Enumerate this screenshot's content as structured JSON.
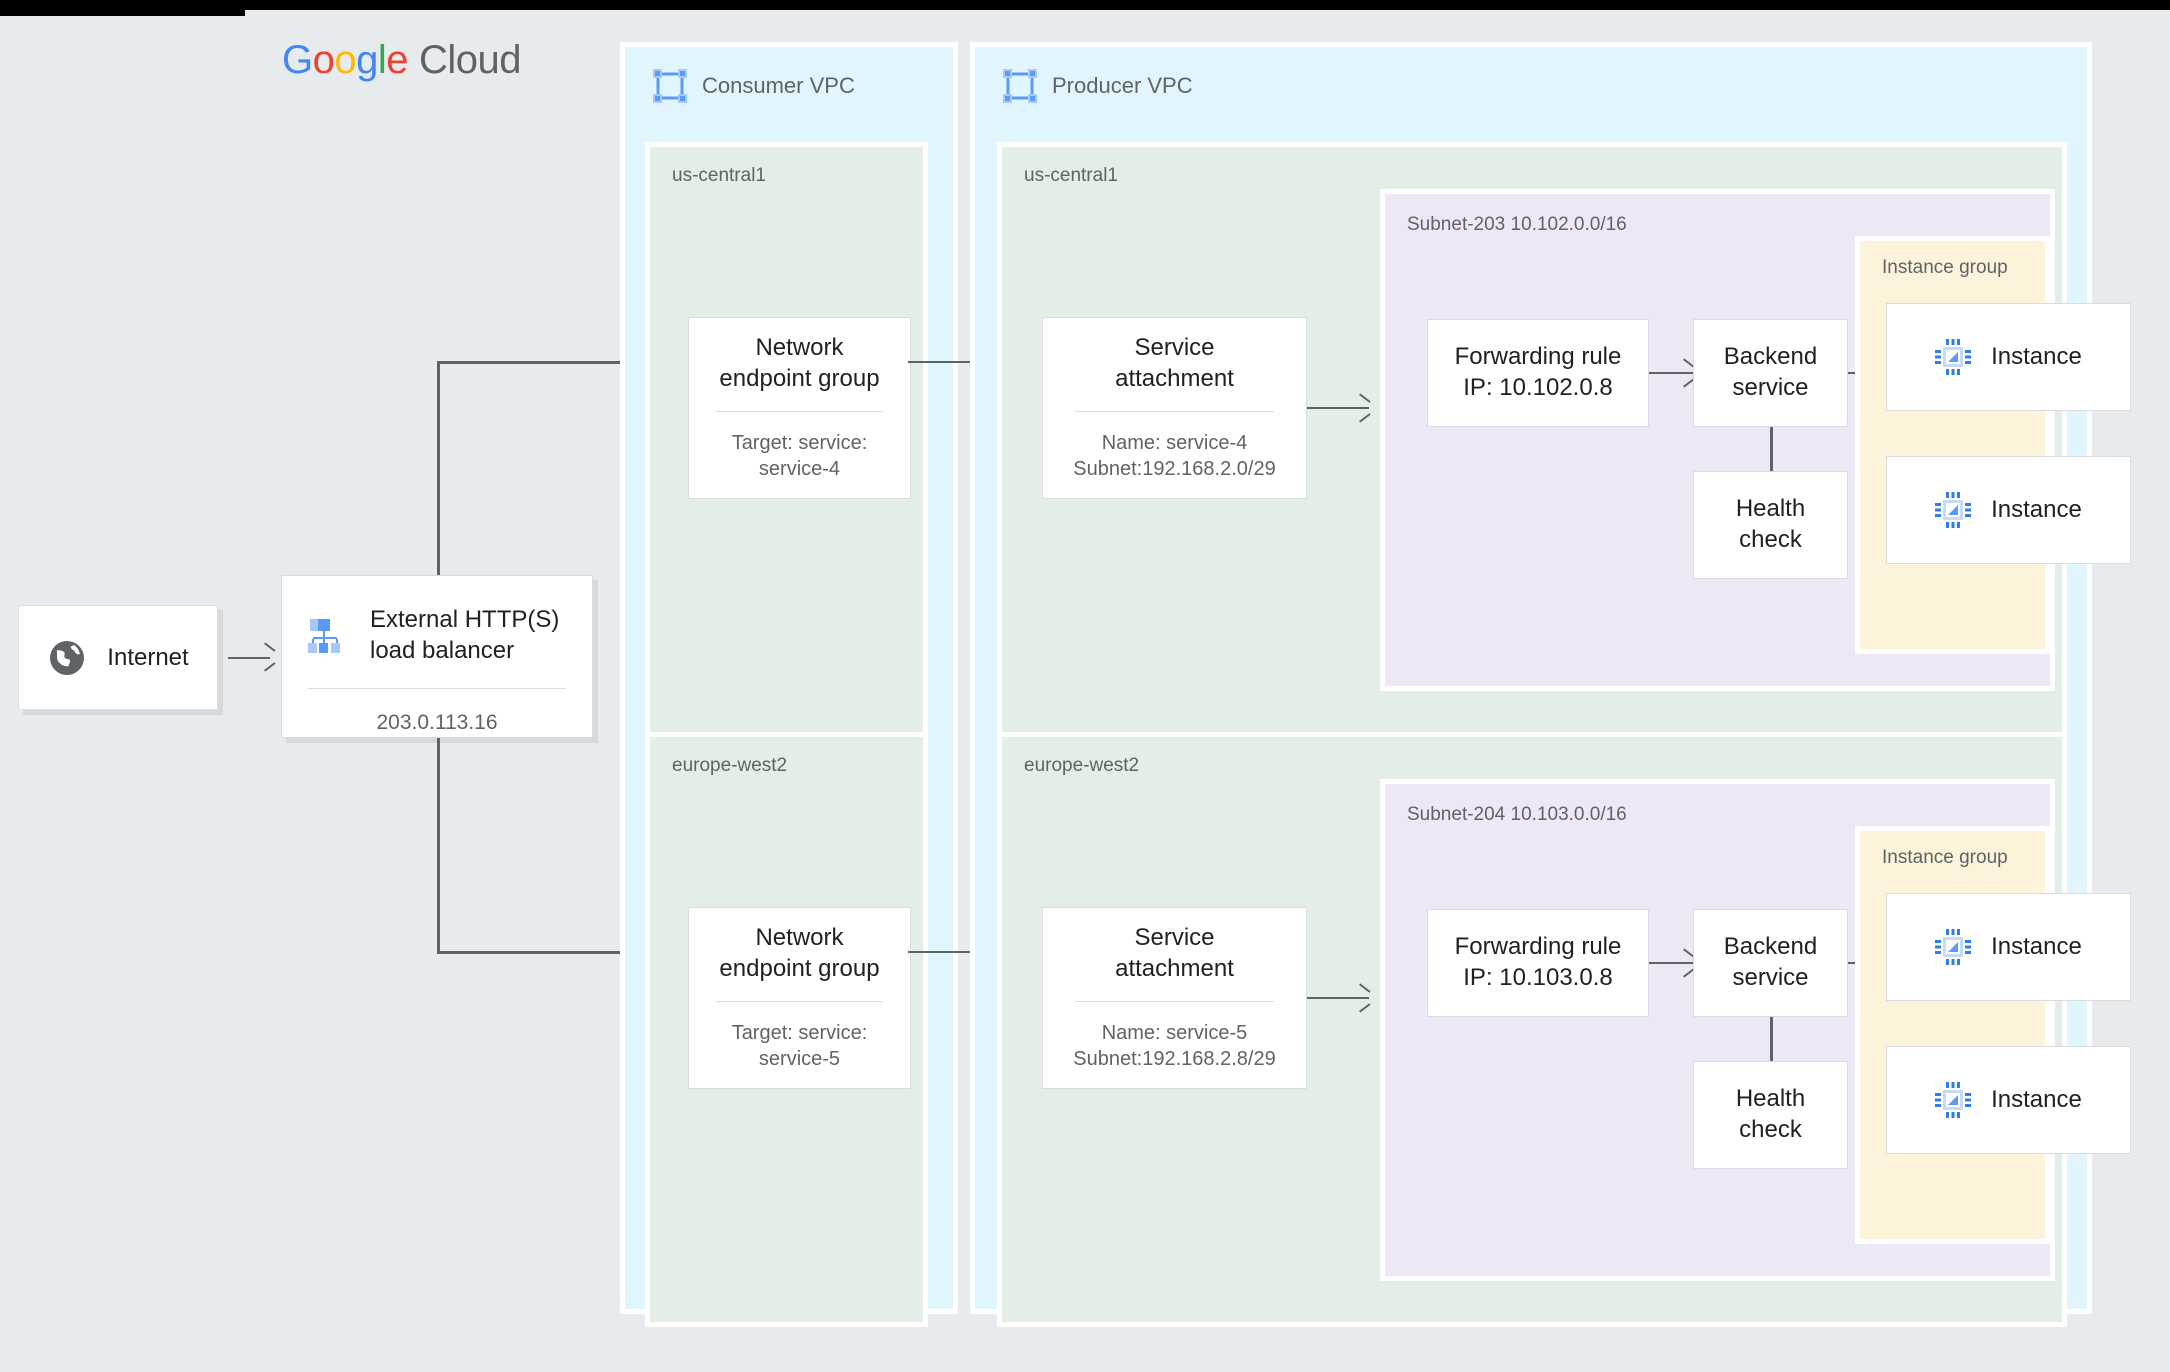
{
  "logo": {
    "g1": "G",
    "o1": "o",
    "o2": "o",
    "g2": "g",
    "l1": "l",
    "e1": "e",
    "cloud": "Cloud"
  },
  "internet": {
    "label": "Internet",
    "icon": "globe-icon"
  },
  "load_balancer": {
    "title": "External HTTP(S)\nload balancer",
    "ip": "203.0.113.16",
    "icon": "load-balancer-icon"
  },
  "consumer_vpc": {
    "title": "Consumer VPC",
    "icon": "vpc-icon",
    "regions": [
      {
        "name": "us-central1",
        "neg": {
          "title": "Network\nendpoint group",
          "sub": "Target: service:\nservice-4"
        }
      },
      {
        "name": "europe-west2",
        "neg": {
          "title": "Network\nendpoint group",
          "sub": "Target: service:\nservice-5"
        }
      }
    ]
  },
  "producer_vpc": {
    "title": "Producer VPC",
    "icon": "vpc-icon",
    "regions": [
      {
        "name": "us-central1",
        "service_attachment": {
          "title": "Service\nattachment",
          "sub": "Name: service-4\nSubnet:192.168.2.0/29"
        },
        "subnet": {
          "label": "Subnet-203\n10.102.0.0/16",
          "forwarding_rule": "Forwarding rule\nIP: 10.102.0.8",
          "backend_service": "Backend\nservice",
          "health_check": "Health\ncheck",
          "instance_group": {
            "label": "Instance group",
            "instances": [
              {
                "label": "Instance",
                "icon": "instance-chip-icon"
              },
              {
                "label": "Instance",
                "icon": "instance-chip-icon"
              }
            ]
          }
        }
      },
      {
        "name": "europe-west2",
        "service_attachment": {
          "title": "Service\nattachment",
          "sub": "Name: service-5\nSubnet:192.168.2.8/29"
        },
        "subnet": {
          "label": "Subnet-204\n10.103.0.0/16",
          "forwarding_rule": "Forwarding rule\nIP: 10.103.0.8",
          "backend_service": "Backend\nservice",
          "health_check": "Health\ncheck",
          "instance_group": {
            "label": "Instance group",
            "instances": [
              {
                "label": "Instance",
                "icon": "instance-chip-icon"
              },
              {
                "label": "Instance",
                "icon": "instance-chip-icon"
              }
            ]
          }
        }
      }
    ]
  },
  "colors": {
    "vpc_bg": "#e1f5fe",
    "region_bg": "#e3efe6",
    "subnet_bg": "#ede7f6",
    "instance_group_bg": "#fdf3da",
    "accent_blue": "#5b9bf8",
    "line": "#5f6368",
    "page_bg": "#e8ebed"
  }
}
